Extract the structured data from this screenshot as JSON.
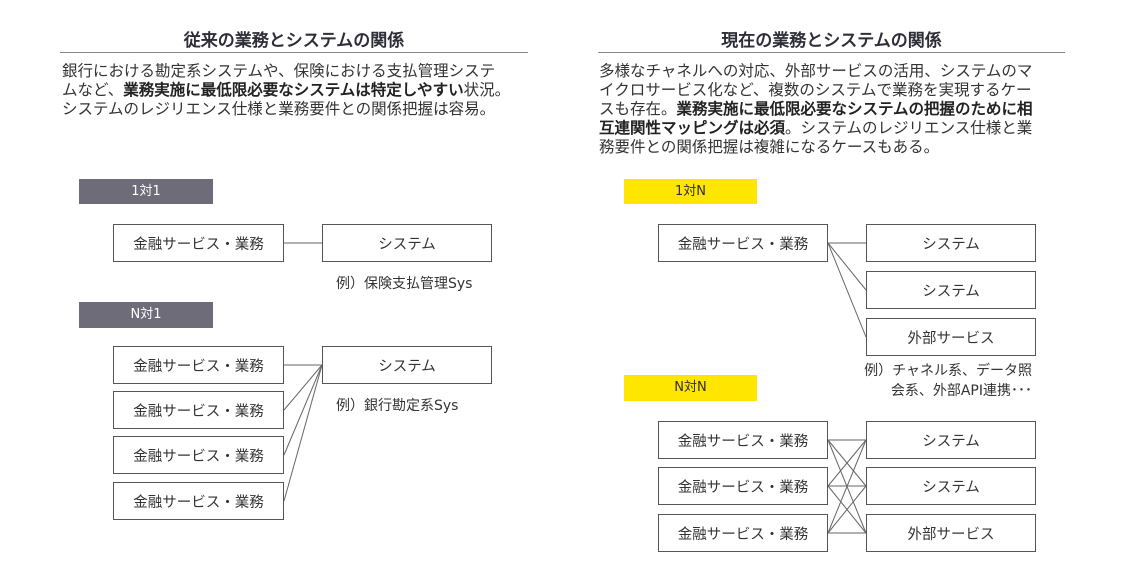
{
  "left": {
    "title": "従来の業務とシステムの関係",
    "para": [
      [
        "銀行における勘定系システムや、保険における支払管理システ"
      ],
      [
        "ムなど、",
        "業務実施に最低限必要なシステムは特定しやすい",
        "状況。"
      ],
      [
        "システムのレジリエンス仕様と業務要件との関係把握は容易。"
      ]
    ],
    "one_to_one": {
      "tag": "1対1",
      "business": "金融サービス・業務",
      "system": "システム",
      "example": "例）保険支払管理Sys"
    },
    "n_to_one": {
      "tag": "N対1",
      "business": [
        "金融サービス・業務",
        "金融サービス・業務",
        "金融サービス・業務",
        "金融サービス・業務"
      ],
      "system": "システム",
      "example": "例）銀行勘定系Sys"
    }
  },
  "right": {
    "title": "現在の業務とシステムの関係",
    "para": [
      [
        "多様なチャネルへの対応、外部サービスの活用、システムのマ"
      ],
      [
        "イクロサービス化など、複数のシステムで業務を実現するケー"
      ],
      [
        "スも存在。",
        "業務実施に最低限必要なシステムの把握のために相"
      ],
      [
        "互連関性マッピングは必須",
        "。システムのレジリエンス仕様と業"
      ],
      [
        "務要件との関係把握は複雑になるケースもある。"
      ]
    ],
    "one_to_n": {
      "tag": "1対N",
      "business": "金融サービス・業務",
      "systems": [
        "システム",
        "システム",
        "外部サービス"
      ],
      "example": [
        "例）チャネル系、データ照",
        "会系、外部API連携･･･"
      ]
    },
    "n_to_n": {
      "tag": "N対N",
      "business": [
        "金融サービス・業務",
        "金融サービス・業務",
        "金融サービス・業務"
      ],
      "systems": [
        "システム",
        "システム",
        "外部サービス"
      ]
    }
  },
  "colors": {
    "gray_tag": "#6e6c78",
    "yellow_tag": "#ffe600"
  }
}
